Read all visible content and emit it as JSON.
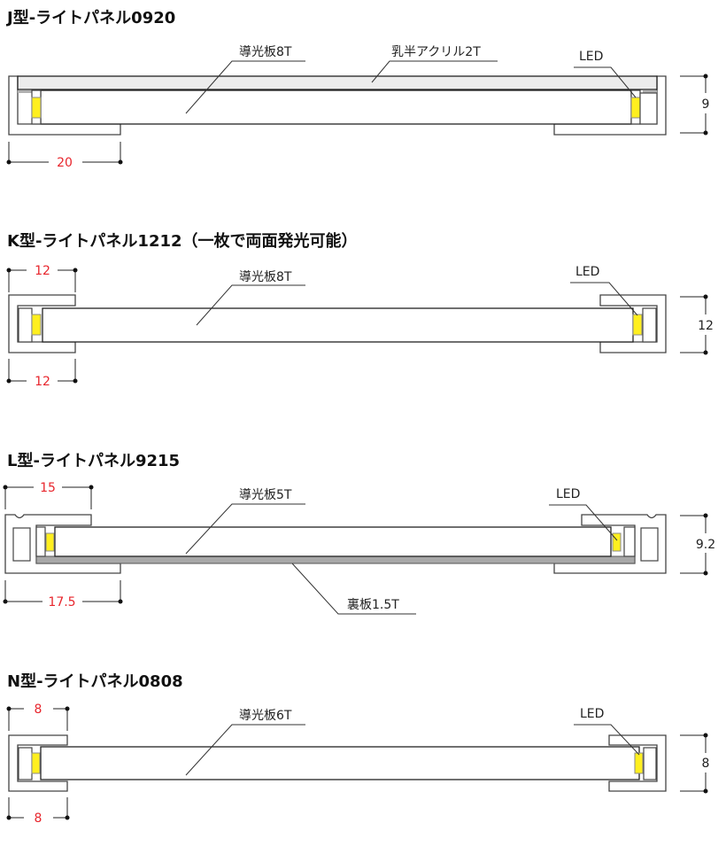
{
  "sections": [
    {
      "title": "J型-ライトパネル0920",
      "labels": {
        "light_guide": "導光板8T",
        "acrylic": "乳半アクリル2T",
        "led": "LED"
      },
      "dims": {
        "width": "20",
        "height": "9"
      }
    },
    {
      "title": "K型-ライトパネル1212（一枚で両面発光可能）",
      "labels": {
        "light_guide": "導光板8T",
        "led": "LED"
      },
      "dims": {
        "top_width": "12",
        "bottom_width": "12",
        "height": "12"
      }
    },
    {
      "title": "L型-ライトパネル9215",
      "labels": {
        "light_guide": "導光板5T",
        "led": "LED",
        "back_plate": "裏板1.5T"
      },
      "dims": {
        "top_width": "15",
        "bottom_width": "17.5",
        "height": "9.2"
      }
    },
    {
      "title": "N型-ライトパネル0808",
      "labels": {
        "light_guide": "導光板6T",
        "led": "LED"
      },
      "dims": {
        "top_width": "8",
        "bottom_width": "8",
        "height": "8"
      }
    }
  ],
  "colors": {
    "dimension_text": "#e8262d",
    "led": "#ffef1f"
  }
}
